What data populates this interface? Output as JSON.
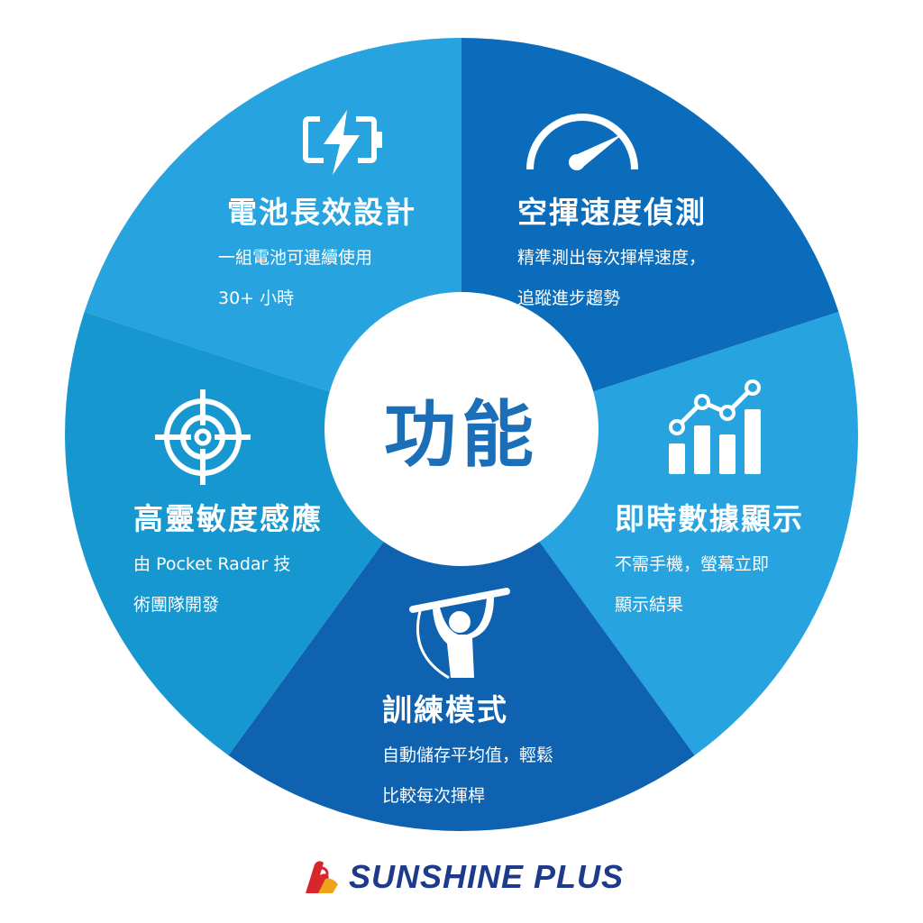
{
  "center": {
    "label": "功能"
  },
  "segments": {
    "battery": {
      "title": "電池長效設計",
      "line1": "一組電池可連續使用",
      "line2": "30+ 小時"
    },
    "speed": {
      "title": "空揮速度偵測",
      "line1": "精準測出每次揮桿速度，",
      "line2": "追蹤進步趨勢"
    },
    "sensitivity": {
      "title": "高靈敏度感應",
      "line1": "由 Pocket Radar 技",
      "line2": "術團隊開發"
    },
    "display": {
      "title": "即時數據顯示",
      "line1": "不需手機，螢幕立即",
      "line2": "顯示結果"
    },
    "training": {
      "title": "訓練模式",
      "line1": "自動儲存平均值，輕鬆",
      "line2": "比較每次揮桿"
    }
  },
  "brand": {
    "name": "SUNSHINE PLUS"
  },
  "colors": {
    "light_blue": "#27a3e0",
    "dark_blue": "#0a6cba",
    "teal_blue": "#1697cf",
    "mid_blue": "#1e95db",
    "deep_blue": "#0f62b0",
    "center_text": "#1a6fb8",
    "logo_red": "#d8262d",
    "logo_orange": "#f0a21b",
    "logo_text": "#1e3a8a"
  },
  "icons": {
    "battery": "battery-bolt-icon",
    "speed": "speedometer-icon",
    "sensitivity": "crosshair-icon",
    "display": "bar-chart-icon",
    "training": "golfer-icon"
  }
}
